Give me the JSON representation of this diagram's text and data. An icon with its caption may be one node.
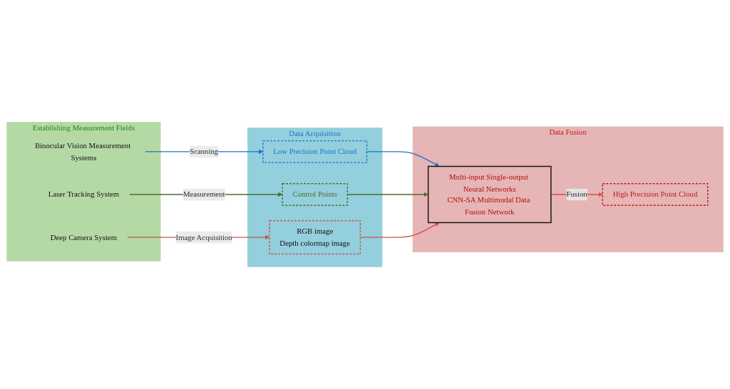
{
  "diagram": {
    "nodes": [
      {
        "text": [
          "Establishing Measurement Fields"
        ]
      },
      {
        "text": [
          "Binocular Vision Measurement Systems"
        ],
        "in": 0
      },
      {
        "text": [
          "Laser Tracking System"
        ],
        "in": 0
      },
      {
        "text": [
          "Deep Camera System"
        ],
        "in": 0
      },
      {
        "text": [
          "Data Acquisition"
        ]
      },
      {
        "text": [
          "Low Precision Point Cloud"
        ],
        "in": 4
      },
      {
        "text": [
          "Control Points"
        ],
        "in": 4
      },
      {
        "text": [
          "RGB image",
          "Depth colormap image"
        ],
        "in": 4
      },
      {
        "text": [
          "Data Fusion"
        ]
      },
      {
        "text": [
          "Multi-input Single-output Neural Networks",
          "CNN-SA Multimodal Data Fusion Network"
        ],
        "in": 8
      },
      {
        "text": [
          "High Precision Point Cloud"
        ],
        "in": 8
      }
    ],
    "edges": [
      {
        "from": 1,
        "to": 5,
        "arrow": "to",
        "label": "Scanning",
        "color": "#1a73c8"
      },
      {
        "from": 2,
        "to": 6,
        "arrow": "to",
        "label": "Measurement",
        "color": "#4f6b2a"
      },
      {
        "from": 3,
        "to": 7,
        "arrow": "to",
        "label": "Image Acquisition",
        "color": "#c9554a"
      },
      {
        "from": 5,
        "to": 9,
        "arrow": "to",
        "color": "#1a73c8"
      },
      {
        "from": 6,
        "to": 9,
        "arrow": "to",
        "color": "#4f6b2a"
      },
      {
        "from": 7,
        "to": 9,
        "arrow": "to",
        "color": "#c9554a"
      },
      {
        "from": 9,
        "to": 10,
        "arrow": "to",
        "label": "Fusion",
        "color": "#c9554a"
      }
    ]
  }
}
